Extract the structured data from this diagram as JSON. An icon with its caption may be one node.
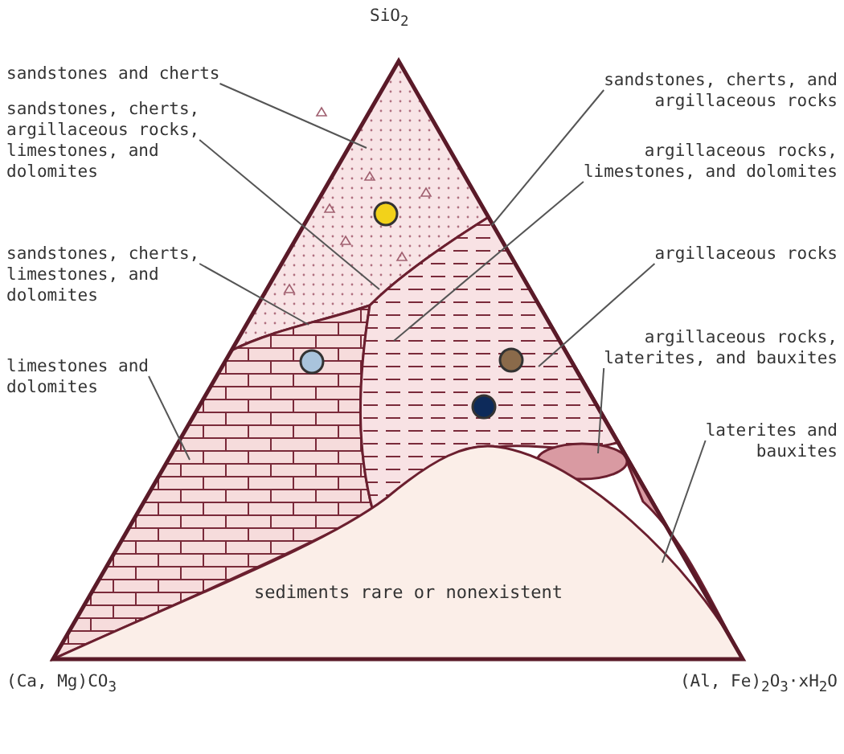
{
  "diagram": {
    "nodes": [
      {
        "text": [
          "sandstones and cherts"
        ]
      },
      {
        "text": [
          "sandstones, cherts, argillaceous rocks, limestones, and dolomites"
        ]
      },
      {
        "text": [
          "sandstones, cherts, limestones, and dolomites"
        ]
      },
      {
        "text": [
          "limestones and dolomites"
        ]
      },
      {
        "text": [
          "sandstones, cherts, and argillaceous rocks"
        ]
      },
      {
        "text": [
          "argillaceous rocks, limestones, and dolomites"
        ]
      },
      {
        "text": [
          "argillaceous rocks"
        ]
      },
      {
        "text": [
          "argillaceous rocks, laterites, and bauxites"
        ]
      },
      {
        "text": [
          "laterites and bauxites"
        ]
      }
    ],
    "edges": [
      {
        "from": 0,
        "to": null,
        "arrow": "none"
      },
      {
        "from": 1,
        "to": null,
        "arrow": "none"
      },
      {
        "from": 2,
        "to": null,
        "arrow": "none"
      },
      {
        "from": 3,
        "to": null,
        "arrow": "none"
      },
      {
        "from": 4,
        "to": null,
        "arrow": "none"
      },
      {
        "from": 5,
        "to": null,
        "arrow": "none"
      },
      {
        "from": 6,
        "to": null,
        "arrow": "none"
      },
      {
        "from": 7,
        "to": null,
        "arrow": "none"
      },
      {
        "from": 8,
        "to": null,
        "arrow": "none"
      }
    ],
    "labels": [
      "SiO$_{2}$",
      "sediments rare or nonexistent",
      "(Ca, Mg)CO$_{3}$",
      "(Al, Fe)$_{2}$O$_{3}$·xH$_{2}$O"
    ]
  }
}
